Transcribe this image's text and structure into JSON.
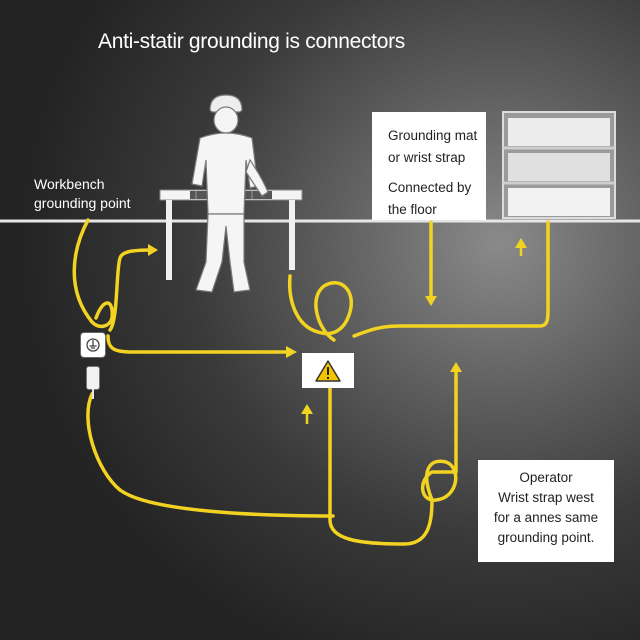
{
  "title": "Anti-statir grounding is connectors",
  "workbench": {
    "line1": "Workbench",
    "line2": "grounding point"
  },
  "mat_box": {
    "line1": "Grounding mat",
    "line2": "or wrist strap",
    "line3": "Connected by",
    "line4": "the floor"
  },
  "operator_box": {
    "line1": "Operator",
    "line2": "Wrist strap west",
    "line3": "for a annes same",
    "line4": "grounding point."
  },
  "colors": {
    "wire": "#f2d321",
    "floor_line": "#e6e6e6",
    "warning": "#f2c500",
    "box_bg": "#ffffff"
  },
  "icons": [
    "warning-icon",
    "outlet-icon",
    "plug-icon",
    "worker-figure",
    "workbench-table",
    "shelving-rack"
  ]
}
